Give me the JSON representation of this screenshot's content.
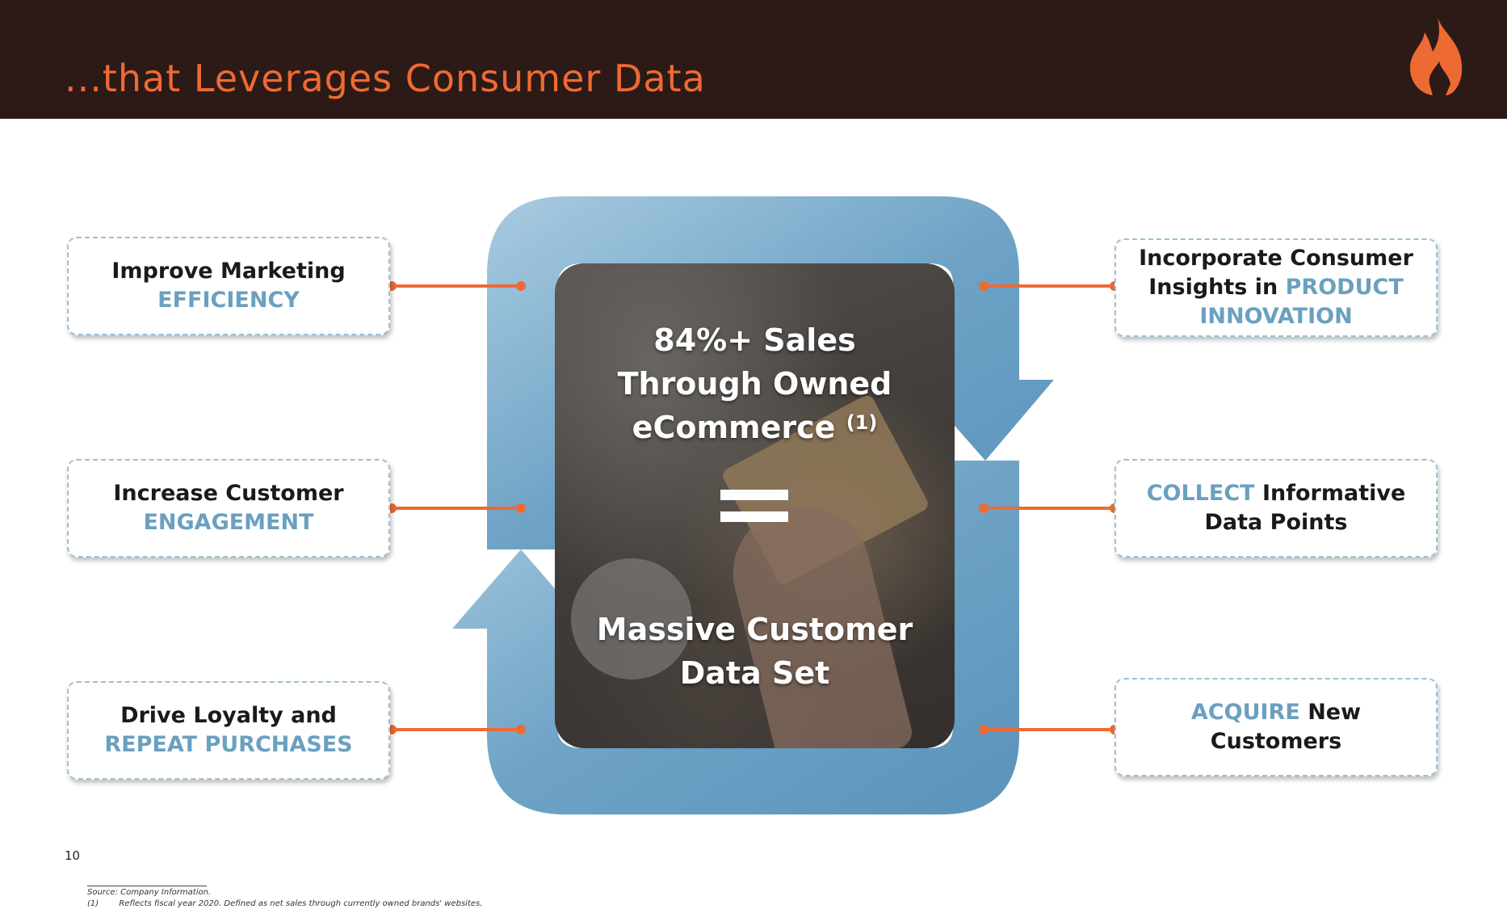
{
  "header": {
    "title": "...that Leverages Consumer Data",
    "logo_icon": "flame-icon"
  },
  "center": {
    "stat_lines": [
      "84%+ Sales",
      "Through Owned",
      "eCommerce"
    ],
    "stat_superscript": "(1)",
    "equals_icon": "equals-icon",
    "result_lines": [
      "Massive Customer",
      "Data Set"
    ]
  },
  "left_boxes": [
    {
      "line1": "Improve Marketing",
      "line2_highlight": "EFFICIENCY"
    },
    {
      "line1": "Increase Customer",
      "line2_highlight": "ENGAGEMENT"
    },
    {
      "line1": "Drive Loyalty and",
      "line2_highlight": "REPEAT PURCHASES"
    }
  ],
  "right_boxes": [
    {
      "line1": "Incorporate Consumer",
      "line2_plain": "Insights in ",
      "line2_highlight": "PRODUCT",
      "line3_highlight": "INNOVATION"
    },
    {
      "line1_highlight": "COLLECT",
      "line1_plain": " Informative",
      "line2": "Data Points"
    },
    {
      "line1_highlight": "ACQUIRE",
      "line1_plain": " New",
      "line2": "Customers"
    }
  ],
  "footer": {
    "page_number": "10",
    "source": "Source: Company Information.",
    "note_marker": "(1)",
    "note": "Reflects fiscal year 2020. Defined as net sales through currently owned brands' websites."
  },
  "colors": {
    "header_bg": "#2c1a16",
    "accent_orange": "#ee6a33",
    "highlight_blue": "#6aa0c0",
    "arrow_blue": "#7fb0cf"
  }
}
